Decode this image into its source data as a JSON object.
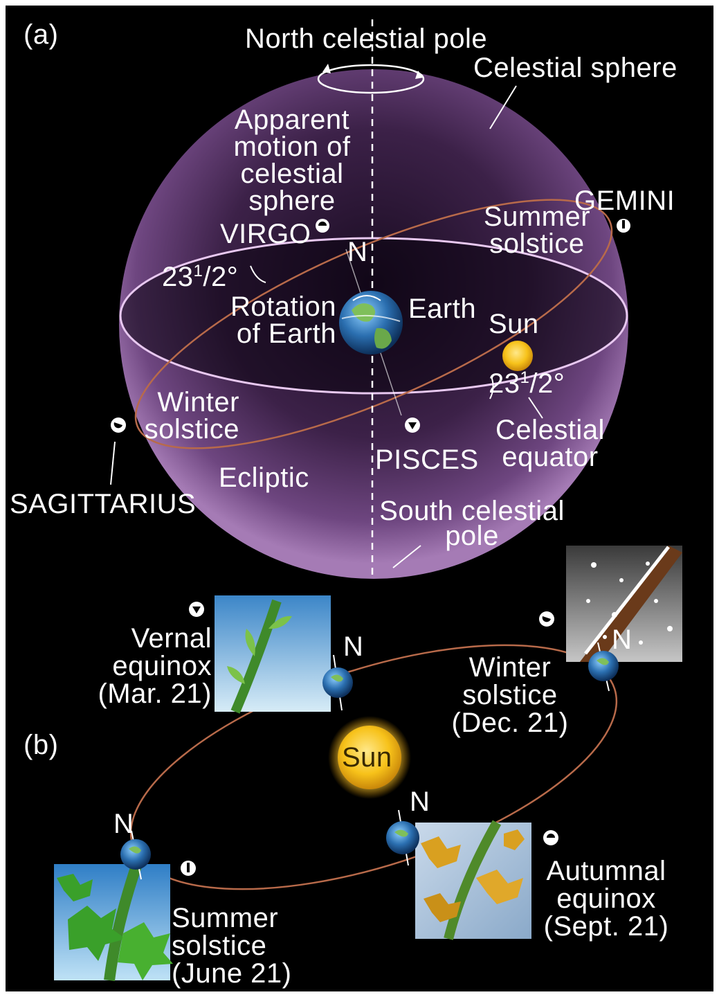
{
  "panel_a": {
    "tag": "(a)",
    "north_pole": "North celestial pole",
    "celestial_sphere": "Celestial sphere",
    "apparent_motion": "Apparent\nmotion of\ncelestial\nsphere",
    "gemini": "GEMINI",
    "virgo": "VIRGO",
    "summer_solstice": "Summer\nsolstice",
    "north_marker": "N",
    "tilt_left": {
      "whole": "23",
      "frac_num": "1",
      "frac_den": "/2°"
    },
    "rotation_of_earth": "Rotation\nof Earth",
    "earth": "Earth",
    "sun": "Sun",
    "tilt_right": {
      "whole": "23",
      "frac_num": "1",
      "frac_den": "/2°"
    },
    "winter_solstice": "Winter\nsolstice",
    "celestial_equator": "Celestial\nequator",
    "pisces": "PISCES",
    "ecliptic": "Ecliptic",
    "sagittarius": "SAGITTARIUS",
    "south_pole": "South celestial\npole"
  },
  "panel_b": {
    "tag": "(b)",
    "sun": "Sun",
    "vernal": "Vernal\nequinox\n(Mar. 21)",
    "winter": "Winter\nsolstice\n(Dec. 21)",
    "summer": "Summer\nsolstice\n(June 21)",
    "autumnal": "Autumnal\nequinox\n(Sept. 21)",
    "n_vernal": "N",
    "n_winter": "N",
    "n_summer": "N",
    "n_autumn": "N"
  },
  "colors": {
    "background": "#000000",
    "sphere": "#7a4a8a",
    "orbit": "#b86a4a",
    "sun": "#f7c21a",
    "earth_ocean": "#2b6fb0",
    "earth_land": "#5aa04a"
  }
}
